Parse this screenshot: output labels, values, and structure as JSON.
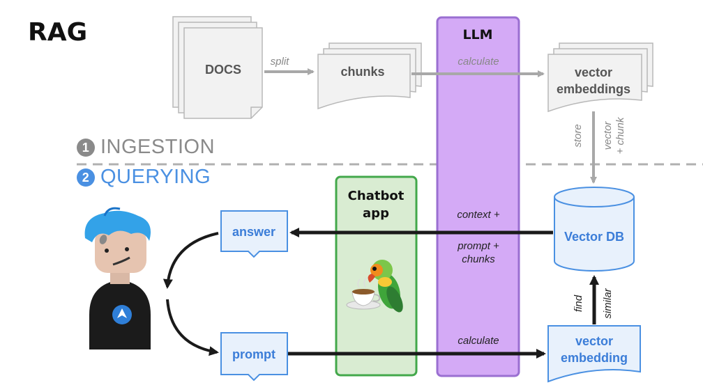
{
  "title": "RAG",
  "phases": {
    "ingestion": {
      "number": "1",
      "label": "INGESTION"
    },
    "querying": {
      "number": "2",
      "label": "QUERYING"
    }
  },
  "nodes": {
    "docs": "DOCS",
    "chunks": "chunks",
    "vector_embeddings": [
      "vector",
      "embeddings"
    ],
    "llm": "LLM",
    "chatbot": [
      "Chatbot",
      "app"
    ],
    "vector_db": "Vector DB",
    "vector_embedding": [
      "vector",
      "embedding"
    ],
    "answer": "answer",
    "prompt": "prompt"
  },
  "edge_labels": {
    "split": "split",
    "calculate_top": "calculate",
    "store": "store",
    "vector_chunk": [
      "vector",
      "+ chunk"
    ],
    "context": "context +",
    "prompt_chunks": [
      "prompt +",
      "chunks"
    ],
    "calculate_bottom": "calculate",
    "find": "find",
    "similar": "similar"
  },
  "colors": {
    "doc_fill": "#f2f2f2",
    "doc_stroke": "#b8b8b8",
    "blue_fill": "#e8f1fc",
    "blue_stroke": "#4a90e2",
    "llm_fill": "#d4aaf6",
    "llm_stroke": "#9a6fd1",
    "chatbot_fill": "#d9ecd2",
    "chatbot_stroke": "#43a84b",
    "arrow_gray": "#a8a8a8",
    "arrow_black": "#1a1a1a"
  }
}
